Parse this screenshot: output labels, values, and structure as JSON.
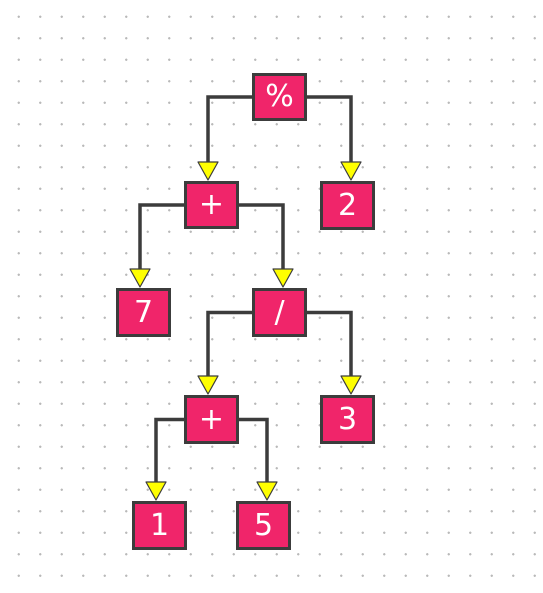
{
  "colors": {
    "node_fill": "#f0256a",
    "node_border": "#3c3c3c",
    "node_text": "#ffffff",
    "edge": "#3c3c3c",
    "arrow": "#ffff00",
    "grid_dot": "#b9b9b9"
  },
  "tree": {
    "root": "%",
    "plus_top": "+",
    "two": "2",
    "seven": "7",
    "divide": "/",
    "plus_low": "+",
    "three": "3",
    "one": "1",
    "five": "5"
  },
  "edges": [
    {
      "from": "root",
      "to": "plus_top"
    },
    {
      "from": "root",
      "to": "two"
    },
    {
      "from": "plus_top",
      "to": "seven"
    },
    {
      "from": "plus_top",
      "to": "divide"
    },
    {
      "from": "divide",
      "to": "plus_low"
    },
    {
      "from": "divide",
      "to": "three"
    },
    {
      "from": "plus_low",
      "to": "one"
    },
    {
      "from": "plus_low",
      "to": "five"
    }
  ]
}
